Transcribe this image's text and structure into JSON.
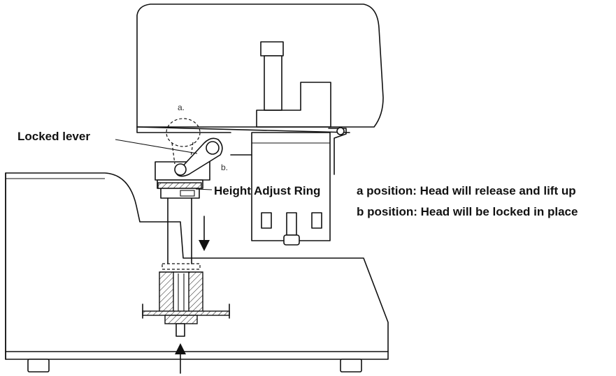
{
  "labels": {
    "locked_lever": "Locked lever",
    "height_adjust_ring": "Height Adjust Ring",
    "a_position": "a position:  Head will release and lift up",
    "b_position": "b position:  Head will be locked in place",
    "marker_a": "a.",
    "marker_b": "b."
  }
}
